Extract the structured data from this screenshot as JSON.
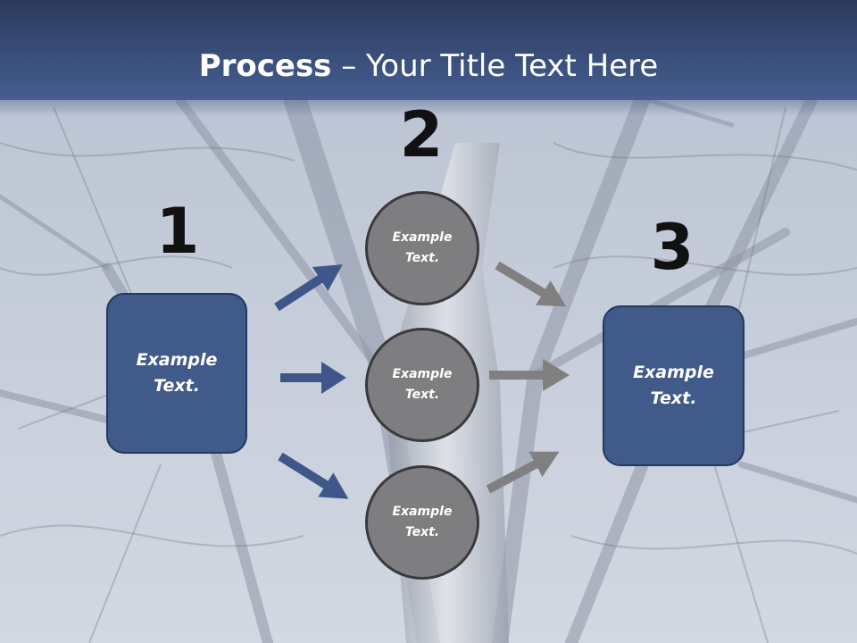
{
  "header": {
    "title_bold": "Process",
    "title_rest": " – Your Title Text Here"
  },
  "steps": {
    "step1": "1",
    "step2": "2",
    "step3": "3"
  },
  "left_box": {
    "line1": "Example",
    "line2": "Text."
  },
  "right_box": {
    "line1": "Example",
    "line2": "Text."
  },
  "circles": [
    {
      "line1": "Example",
      "line2": "Text."
    },
    {
      "line1": "Example",
      "line2": "Text."
    },
    {
      "line1": "Example",
      "line2": "Text."
    }
  ],
  "colors": {
    "header": "#3e5584",
    "box_fill": "#405a8a",
    "circle_fill": "#7e7e80",
    "arrow_blue": "#3f5689",
    "arrow_gray": "#808080"
  }
}
